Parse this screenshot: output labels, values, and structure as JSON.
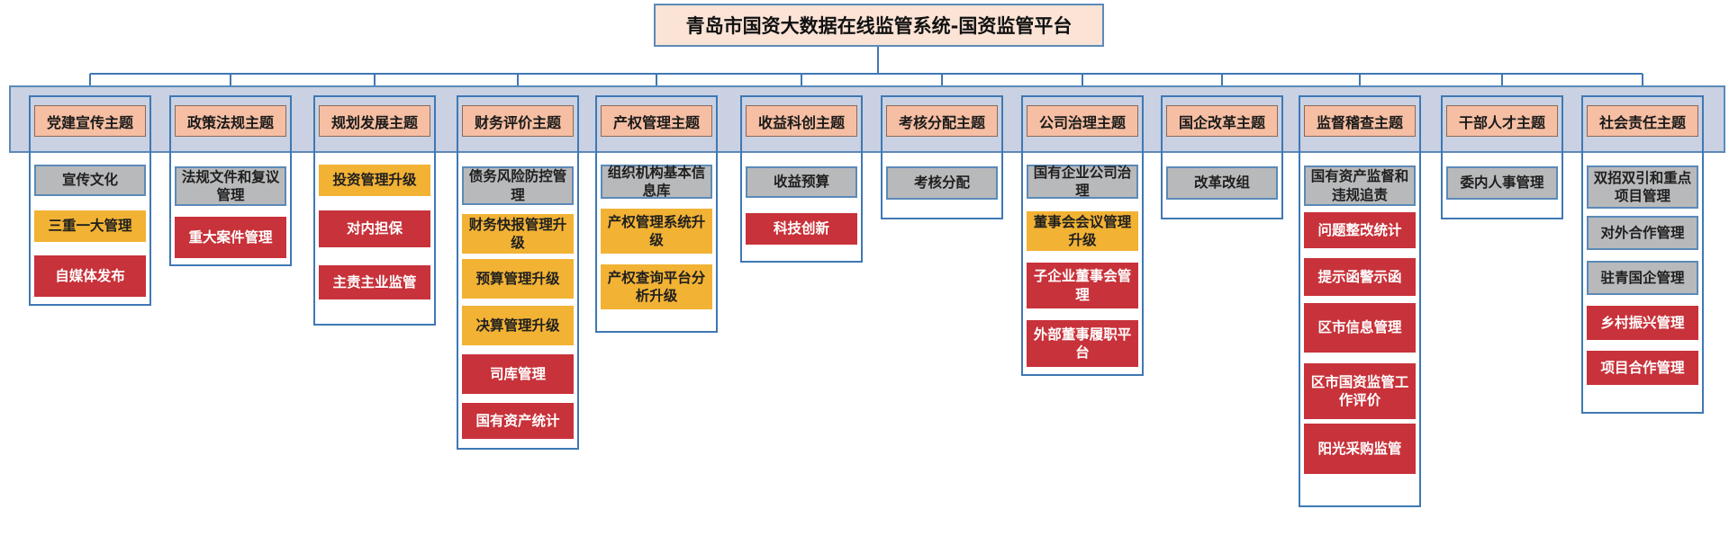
{
  "title": "青岛市国资大数据在线监管系统-国资监管平台",
  "colors": {
    "gray": "#b8b9bb",
    "yellow": "#f2b234",
    "red": "#c8323a",
    "theme": "#f6bea2",
    "band": "#c9d1e2",
    "line": "#3f78b4"
  },
  "columns": [
    {
      "theme": "党建宣传主题",
      "items": [
        {
          "label": "宣传文化",
          "color": "gray"
        },
        {
          "label": "三重一大管理",
          "color": "yellow"
        },
        {
          "label": "自媒体发布",
          "color": "red"
        }
      ]
    },
    {
      "theme": "政策法规主题",
      "items": [
        {
          "label": "法规文件和复议管理",
          "color": "gray"
        },
        {
          "label": "重大案件管理",
          "color": "red"
        }
      ]
    },
    {
      "theme": "规划发展主题",
      "items": [
        {
          "label": "投资管理升级",
          "color": "yellow"
        },
        {
          "label": "对内担保",
          "color": "red"
        },
        {
          "label": "主责主业监管",
          "color": "red"
        }
      ]
    },
    {
      "theme": "财务评价主题",
      "items": [
        {
          "label": "债务风险防控管理",
          "color": "gray"
        },
        {
          "label": "财务快报管理升级",
          "color": "yellow"
        },
        {
          "label": "预算管理升级",
          "color": "yellow"
        },
        {
          "label": "决算管理升级",
          "color": "yellow"
        },
        {
          "label": "司库管理",
          "color": "red"
        },
        {
          "label": "国有资产统计",
          "color": "red"
        }
      ]
    },
    {
      "theme": "产权管理主题",
      "items": [
        {
          "label": "组织机构基本信息库",
          "color": "gray"
        },
        {
          "label": "产权管理系统升级",
          "color": "yellow"
        },
        {
          "label": "产权查询平台分析升级",
          "color": "yellow"
        }
      ]
    },
    {
      "theme": "收益科创主题",
      "items": [
        {
          "label": "收益预算",
          "color": "gray"
        },
        {
          "label": "科技创新",
          "color": "red"
        }
      ]
    },
    {
      "theme": "考核分配主题",
      "items": [
        {
          "label": "考核分配",
          "color": "gray"
        }
      ]
    },
    {
      "theme": "公司治理主题",
      "items": [
        {
          "label": "国有企业公司治理",
          "color": "gray"
        },
        {
          "label": "董事会会议管理升级",
          "color": "yellow"
        },
        {
          "label": "子企业董事会管理",
          "color": "red"
        },
        {
          "label": "外部董事履职平台",
          "color": "red"
        }
      ]
    },
    {
      "theme": "国企改革主题",
      "items": [
        {
          "label": "改革改组",
          "color": "gray"
        }
      ]
    },
    {
      "theme": "监督稽查主题",
      "items": [
        {
          "label": "国有资产监督和违规追责",
          "color": "gray"
        },
        {
          "label": "问题整改统计",
          "color": "red"
        },
        {
          "label": "提示函警示函",
          "color": "red"
        },
        {
          "label": "区市信息管理",
          "color": "red"
        },
        {
          "label": "区市国资监管工作评价",
          "color": "red"
        },
        {
          "label": "阳光采购监管",
          "color": "red"
        }
      ]
    },
    {
      "theme": "干部人才主题",
      "items": [
        {
          "label": "委内人事管理",
          "color": "gray"
        }
      ]
    },
    {
      "theme": "社会责任主题",
      "items": [
        {
          "label": "双招双引和重点项目管理",
          "color": "gray"
        },
        {
          "label": "对外合作管理",
          "color": "gray"
        },
        {
          "label": "驻青国企管理",
          "color": "gray"
        },
        {
          "label": "乡村振兴管理",
          "color": "red"
        },
        {
          "label": "项目合作管理",
          "color": "red"
        }
      ]
    }
  ]
}
